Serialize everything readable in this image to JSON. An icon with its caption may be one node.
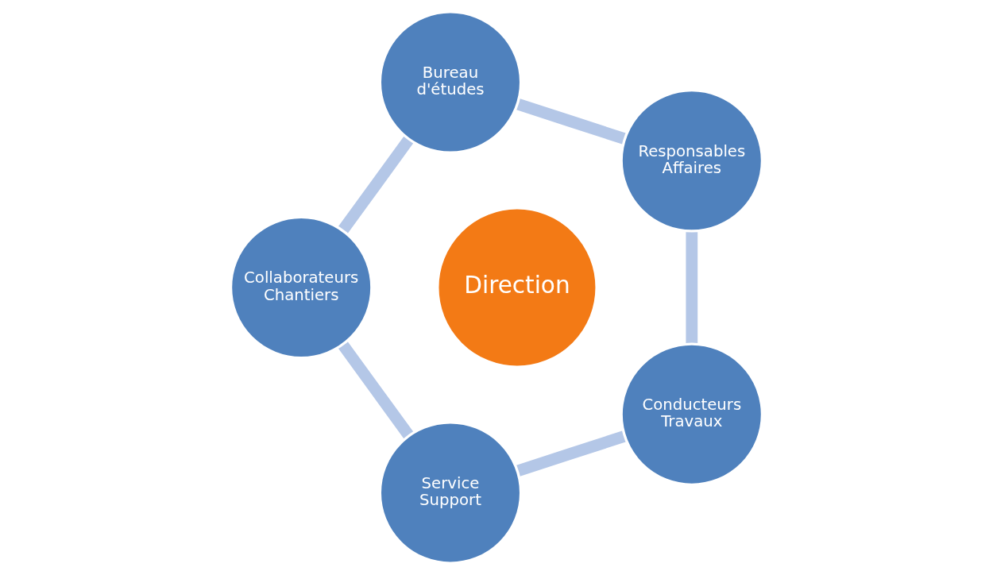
{
  "diagram": {
    "nodes": [
      {
        "text": [
          "Direction"
        ]
      },
      {
        "text": [
          "Responsables Affaires"
        ]
      },
      {
        "text": [
          "Bureau d'études"
        ]
      },
      {
        "text": [
          "Collaborateurs Chantiers"
        ]
      },
      {
        "text": [
          "Service Support"
        ]
      },
      {
        "text": [
          "Conducteurs Travaux"
        ]
      }
    ],
    "edges": [
      {
        "from": 1,
        "to": 2,
        "arrow": "none"
      },
      {
        "from": 2,
        "to": 3,
        "arrow": "none"
      },
      {
        "from": 3,
        "to": 4,
        "arrow": "none"
      },
      {
        "from": 4,
        "to": 5,
        "arrow": "none"
      },
      {
        "from": 5,
        "to": 1,
        "arrow": "none"
      }
    ]
  }
}
